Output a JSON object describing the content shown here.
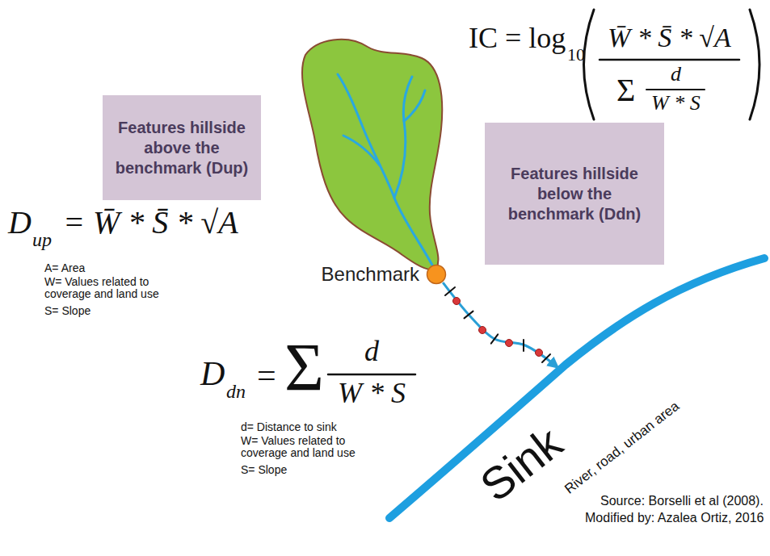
{
  "diagram": {
    "nodes": [
      {
        "text": [
          "Features hillside above the benchmark (Dup)"
        ]
      },
      {
        "text": [
          "Benchmark"
        ]
      },
      {
        "text": [
          "Features hillside below the benchmark (Ddn)"
        ]
      },
      {
        "text": [
          "Sink",
          "River, road, urban area"
        ]
      }
    ],
    "edges": [
      {
        "from": 1,
        "to": 3,
        "arrow": "to"
      }
    ],
    "labels": [
      "IC = log",
      "10",
      "W̄ * S̄ * √A",
      "Σ",
      "d",
      "W * S",
      "D",
      "up",
      "= W̄ * S̄ * √A",
      "A= Area",
      "W= Values related to coverage and land use",
      "S= Slope",
      "D",
      "dn",
      "=",
      "Σ",
      "d",
      "W * S",
      "d= Distance to sink",
      "W= Values related to coverage and land use",
      "S= Slope",
      "Source: Borselli et al (2008).",
      "Modified by: Azalea Ortiz, 2016"
    ]
  }
}
